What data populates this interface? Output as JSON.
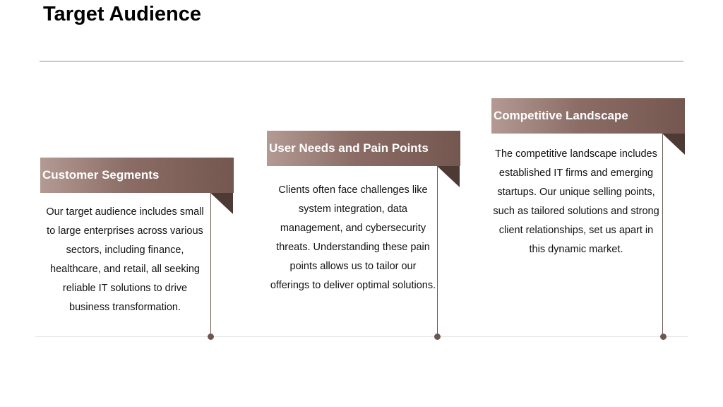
{
  "slide": {
    "title": "Target Audience",
    "accent_colors": [
      "#b39a93",
      "#74574f",
      "#4e3a35",
      "#6e5650"
    ],
    "cards": [
      {
        "heading": "Customer Segments",
        "text": "Our target audience includes small to large enterprises across various sectors, including finance, healthcare, and retail, all seeking reliable IT solutions to drive business transformation."
      },
      {
        "heading": "User Needs and Pain Points",
        "text": "Clients often face challenges like system integration, data management, and cybersecurity threats. Understanding these pain points allows us to tailor our offerings to deliver optimal solutions."
      },
      {
        "heading": "Competitive Landscape",
        "text": "The competitive landscape includes established IT firms and emerging startups. Our unique selling points, such as tailored solutions and strong client relationships, set us apart in this dynamic market."
      }
    ]
  }
}
